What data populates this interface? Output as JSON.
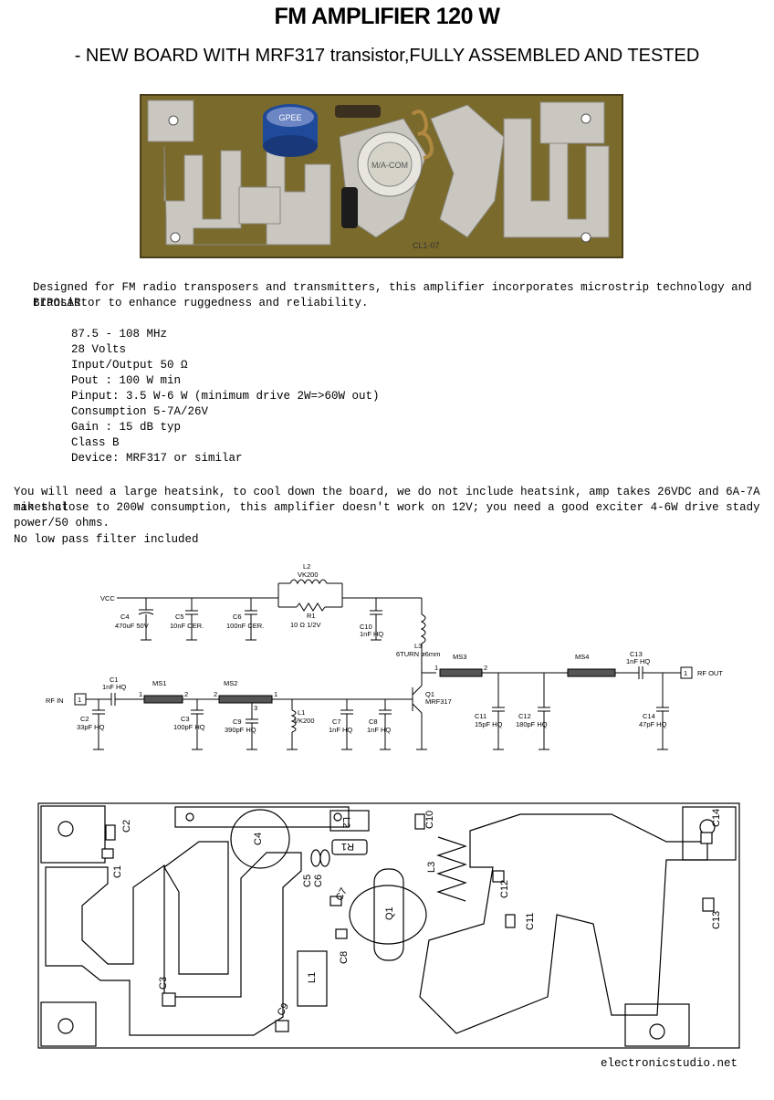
{
  "header": {
    "title": "FM AMPLIFIER 120 W",
    "subtitle": "- NEW BOARD WITH MRF317 transistor,FULLY ASSEMBLED AND TESTED"
  },
  "description": {
    "line1": "Designed for FM radio transposers and transmitters, this amplifier incorporates microstrip technology and BIPOLAR",
    "line2": "transistor to enhance ruggedness and reliability."
  },
  "specs": [
    "87.5 - 108 MHz",
    "28 Volts",
    "Input/Output 50 Ω",
    "Pout : 100 W min",
    "Pinput: 3.5 W-6 W (minimum drive 2W=>60W out)",
    "Consumption 5-7A/26V",
    "Gain : 15 dB typ",
    "Class B",
    "Device: MRF317 or similar"
  ],
  "notes": {
    "heatsink_line1": "You will need a large heatsink, to cool down the board, we do not include heatsink, amp takes 26VDC and 6A-7A min that",
    "heatsink_line2": "makes close to 200W consumption, this amplifier doesn't work on 12V; you need a good exciter 4-6W drive stady power/50 ohms.",
    "filter": "No low pass filter included"
  },
  "photo": {
    "cap_label": "GPEE",
    "transistor_label": "M/A-COM",
    "board_mark": "CL1-07"
  },
  "schematic": {
    "vcc": "VCC",
    "rf_in": "RF IN",
    "rf_out": "RF OUT",
    "port1": "1",
    "c4_ref": "C4",
    "c4_val": "470uF 50V",
    "c5_ref": "C5",
    "c5_val": "10nF CER.",
    "c6_ref": "C6",
    "c6_val": "100nF CER.",
    "l2_ref": "L2",
    "l2_val": "VK200",
    "r1_ref": "R1",
    "r1_val": "10 Ω 1/2V",
    "c10_ref": "C10",
    "c10_val": "1nF HQ",
    "l3_ref": "L3",
    "l3_val": "6TURN ø6mm",
    "c1_ref": "C1",
    "c1_val": "1nF HQ",
    "c2_ref": "C2",
    "c2_val": "33pF HQ",
    "ms1": "MS1",
    "ms2": "MS2",
    "ms3": "MS3",
    "ms4": "MS4",
    "c3_ref": "C3",
    "c3_val": "100pF HQ",
    "c9_ref": "C9",
    "c9_val": "390pF HQ",
    "l1_ref": "L1",
    "l1_val": "VK200",
    "c7_ref": "C7",
    "c7_val": "1nF HQ",
    "c8_ref": "C8",
    "c8_val": "1nF HQ",
    "q1_ref": "Q1",
    "q1_val": "MRF317",
    "c11_ref": "C11",
    "c11_val": "15pF HQ",
    "c12_ref": "C12",
    "c12_val": "180pF HQ",
    "c13_ref": "C13",
    "c13_val": "1nF HQ",
    "c14_ref": "C14",
    "c14_val": "47pF HQ",
    "pin1": "1",
    "pin2": "2",
    "pin3": "3"
  },
  "layout_labels": {
    "c1": "C1",
    "c2": "C2",
    "c3": "C3",
    "c4": "C4",
    "c5": "C5",
    "c6": "C6",
    "c7": "C7",
    "c8": "C8",
    "c9": "C9",
    "c10": "C10",
    "c11": "C11",
    "c12": "C12",
    "c13": "C13",
    "c14": "C14",
    "l1": "L1",
    "l2": "L2",
    "l3": "L3",
    "r1": "R1",
    "q1": "Q1"
  },
  "footer": "electronicstudio.net",
  "colors": {
    "pcb": "#7a6a2c",
    "copper": "#c9c7bf",
    "capacitor": "#1f4a9a"
  }
}
